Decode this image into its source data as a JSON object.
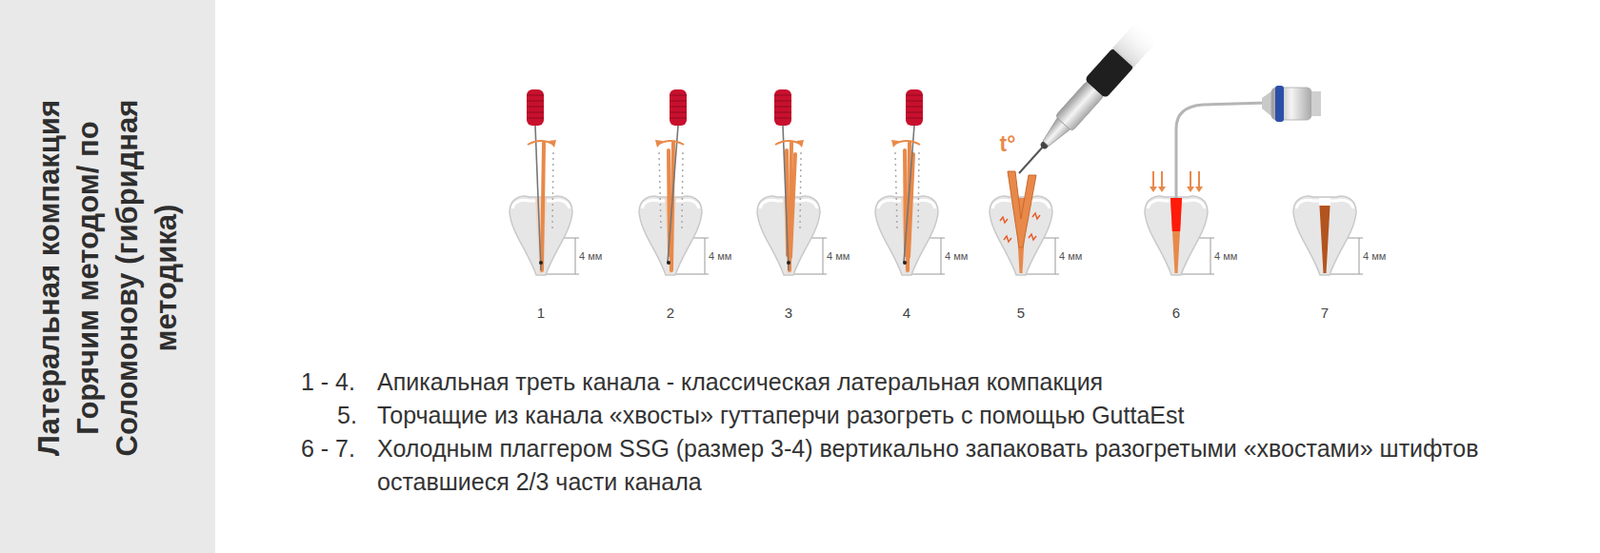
{
  "diagram": {
    "title": "Латеральная компакция Горячим методом/ по Соломонову (гибридная методика)",
    "labels": [
      "1",
      "2",
      "3",
      "4",
      "5",
      "6",
      "7",
      "4 мм",
      "4 мм",
      "4 мм",
      "4 мм",
      "4 мм",
      "4 мм",
      "4 мм",
      "t°",
      "1 - 4.",
      "Апикальная треть канала - классическая латеральная компакция",
      "5.",
      "Торчащие из канала «хвосты» гуттаперчи разогреть с помощью GuttaEst",
      "6 - 7.",
      "Холодным плаггером SSG (размер 3-4) вертикально запаковать разогретыми «хвостами» штифтов оставшиеся 2/3 части канала"
    ]
  }
}
